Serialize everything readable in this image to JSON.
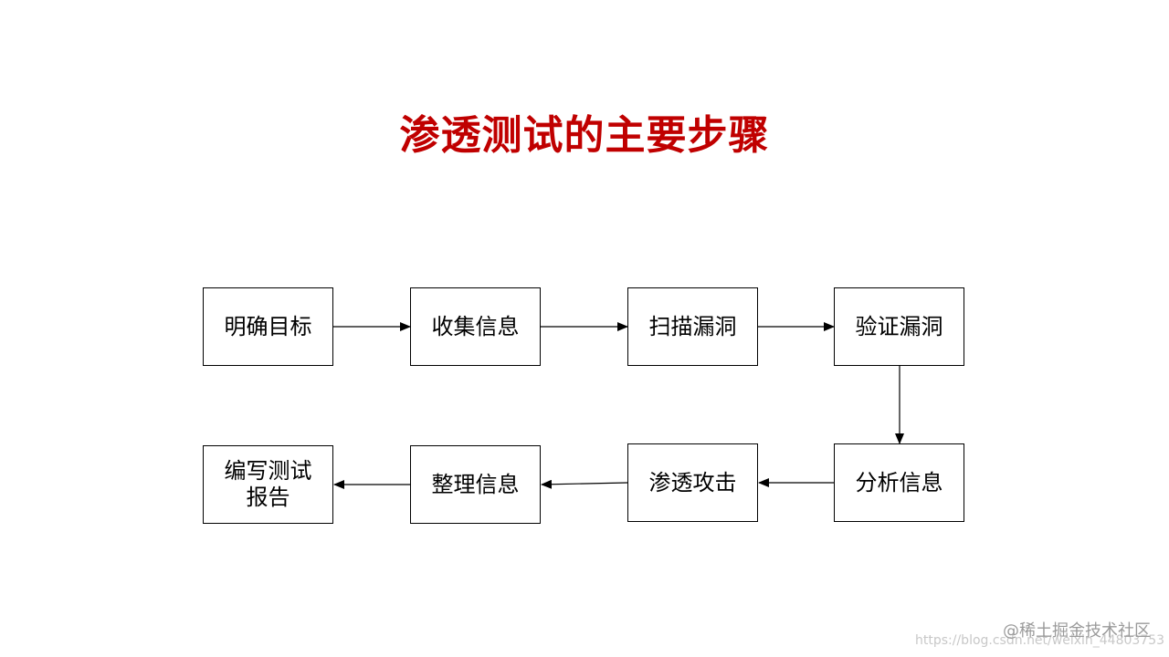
{
  "title": "渗透测试的主要步骤",
  "steps": [
    {
      "label": "明确目标"
    },
    {
      "label": "收集信息"
    },
    {
      "label": "扫描漏洞"
    },
    {
      "label": "验证漏洞"
    },
    {
      "label": "分析信息"
    },
    {
      "label": "渗透攻击"
    },
    {
      "label": "整理信息"
    },
    {
      "label": "编写测试\n报告"
    }
  ],
  "watermark": {
    "url": "https://blog.csdn.net/weixin_44803753",
    "brand": "@稀土掘金技术社区"
  },
  "colors": {
    "title": "#c00000",
    "box_border": "#000000",
    "arrow": "#000000"
  }
}
